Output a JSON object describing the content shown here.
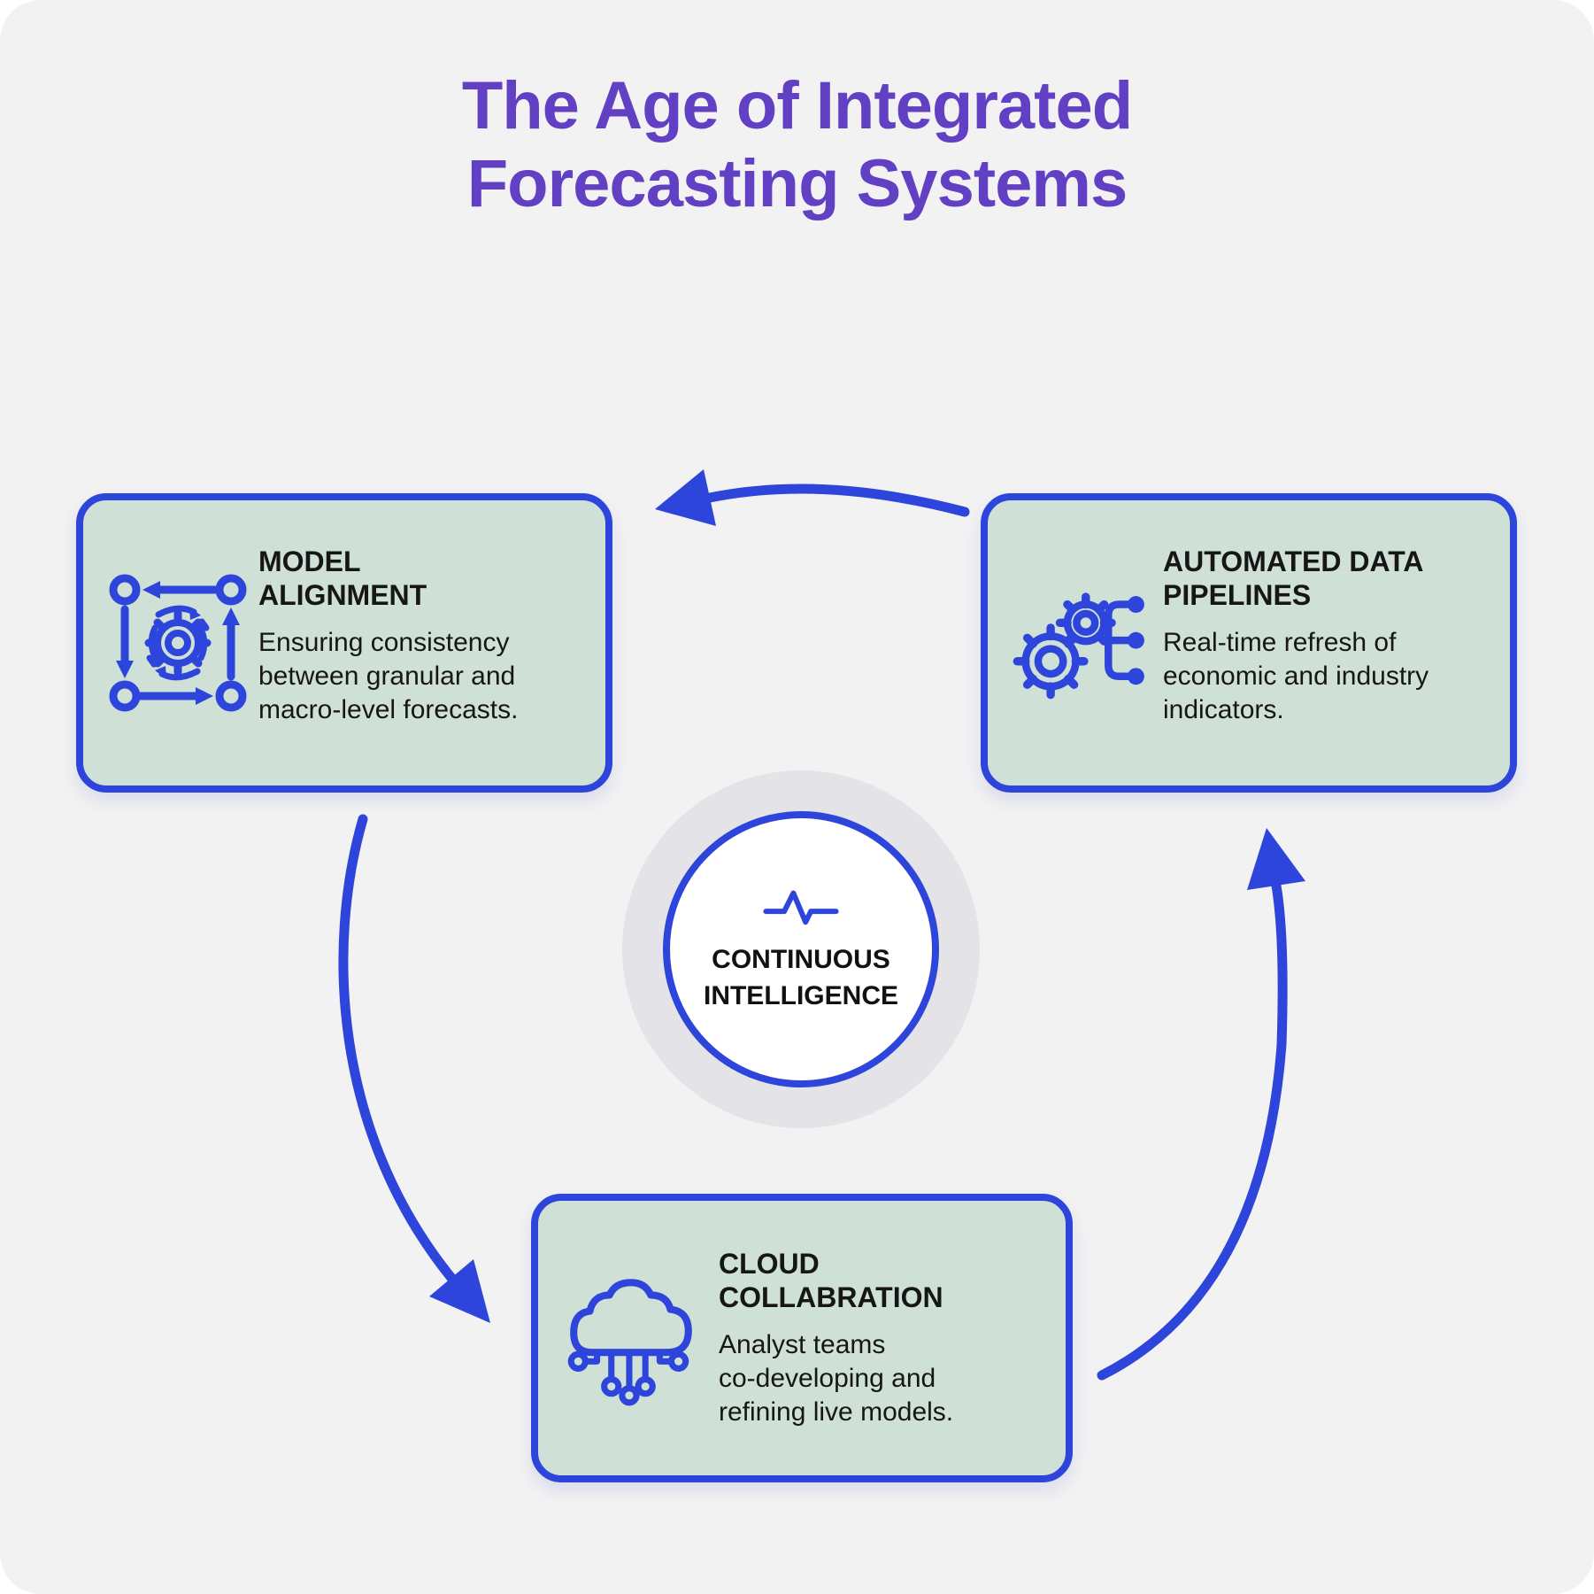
{
  "title": {
    "text": "The Age of Integrated\nForecasting Systems",
    "color": "#6240C4"
  },
  "hub": {
    "label": "CONTINUOUS\nINTELLIGENCE",
    "icon": "pulse-icon"
  },
  "cards": [
    {
      "id": "model-alignment",
      "heading": "MODEL\nALIGNMENT",
      "body": "Ensuring consistency\nbetween granular and\nmacro-level forecasts.",
      "icon": "model-alignment-icon"
    },
    {
      "id": "automated-data-pipelines",
      "heading": "AUTOMATED DATA\nPIPELINES",
      "body": "Real-time refresh of\neconomic and industry\nindicators.",
      "icon": "data-pipelines-icon"
    },
    {
      "id": "cloud-collabration",
      "heading": "CLOUD\nCOLLABRATION",
      "body": "Analyst teams\nco-developing and\nrefining live models.",
      "icon": "cloud-network-icon"
    }
  ],
  "colors": {
    "accent_blue": "#2E45DB",
    "title_purple": "#6240C4",
    "card_fill": "#CFE0D6",
    "card_border": "#2E45DB",
    "hub_disc_grey": "#E4E4E8",
    "background_grey": "#F2F2F3",
    "text_dark": "#161616"
  }
}
